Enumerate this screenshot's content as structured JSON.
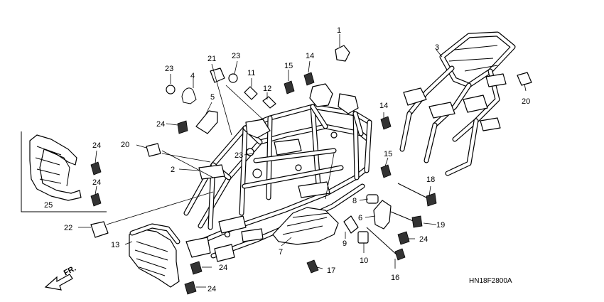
{
  "diagram": {
    "code": "HN18F2800A",
    "direction_label": "FR.",
    "callouts": [
      "1",
      "2",
      "3",
      "4",
      "5",
      "6",
      "7",
      "8",
      "9",
      "10",
      "11",
      "12",
      "13",
      "14",
      "14",
      "15",
      "15",
      "16",
      "17",
      "18",
      "19",
      "20",
      "20",
      "21",
      "22",
      "23",
      "23",
      "23",
      "24",
      "24",
      "24",
      "24",
      "24",
      "24",
      "25"
    ]
  }
}
